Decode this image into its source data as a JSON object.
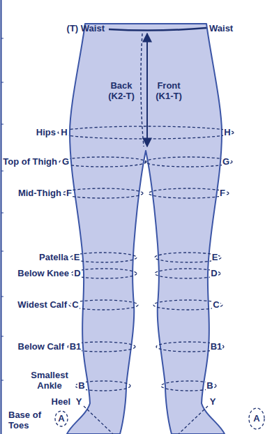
{
  "diagram": {
    "labels": [
      "(T) Waist",
      "Waist",
      "Back (K2-T)",
      "Front (K1-T)",
      "Hips",
      "H",
      "H",
      "Top of Thigh",
      "G",
      "G",
      "Mid-Thigh",
      "F",
      "F",
      "Patella",
      "E",
      "E",
      "Below Knee",
      "D",
      "D",
      "Widest Calf",
      "C",
      "C",
      "Below Calf",
      "B1",
      "B1",
      "Smallest Ankle",
      "B",
      "B",
      "Heel",
      "Y",
      "Y",
      "Base of Toes",
      "A",
      "A"
    ]
  }
}
